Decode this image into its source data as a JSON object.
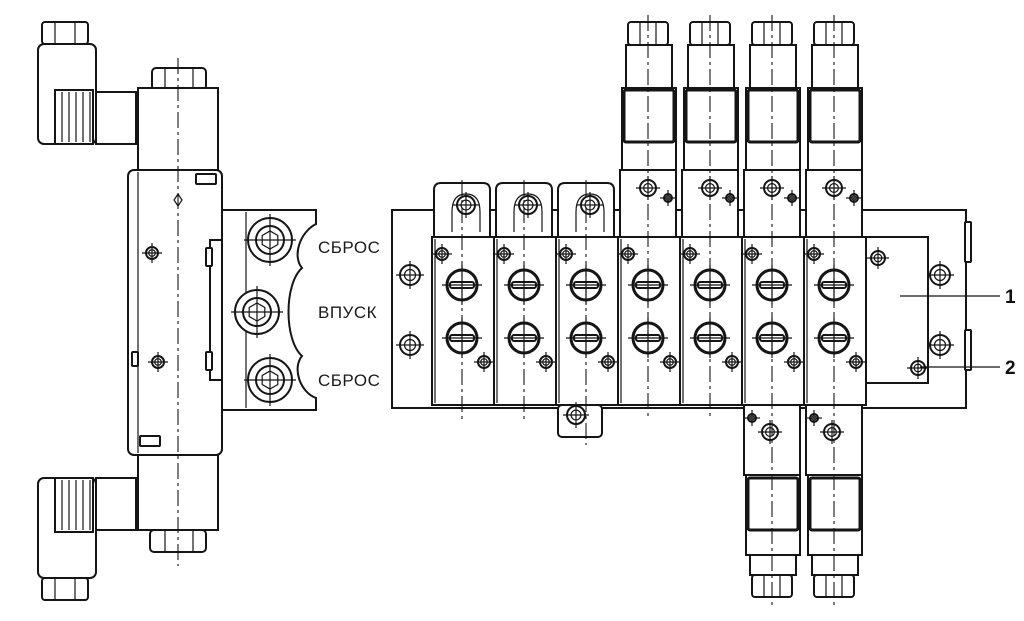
{
  "labels": {
    "exhaust_top": "СБРОС",
    "inlet": "ВПУСК",
    "exhaust_bottom": "СБРОС"
  },
  "callouts": {
    "item1": "1",
    "item2": "2"
  },
  "colors": {
    "line": "#151515",
    "background": "#ffffff"
  }
}
